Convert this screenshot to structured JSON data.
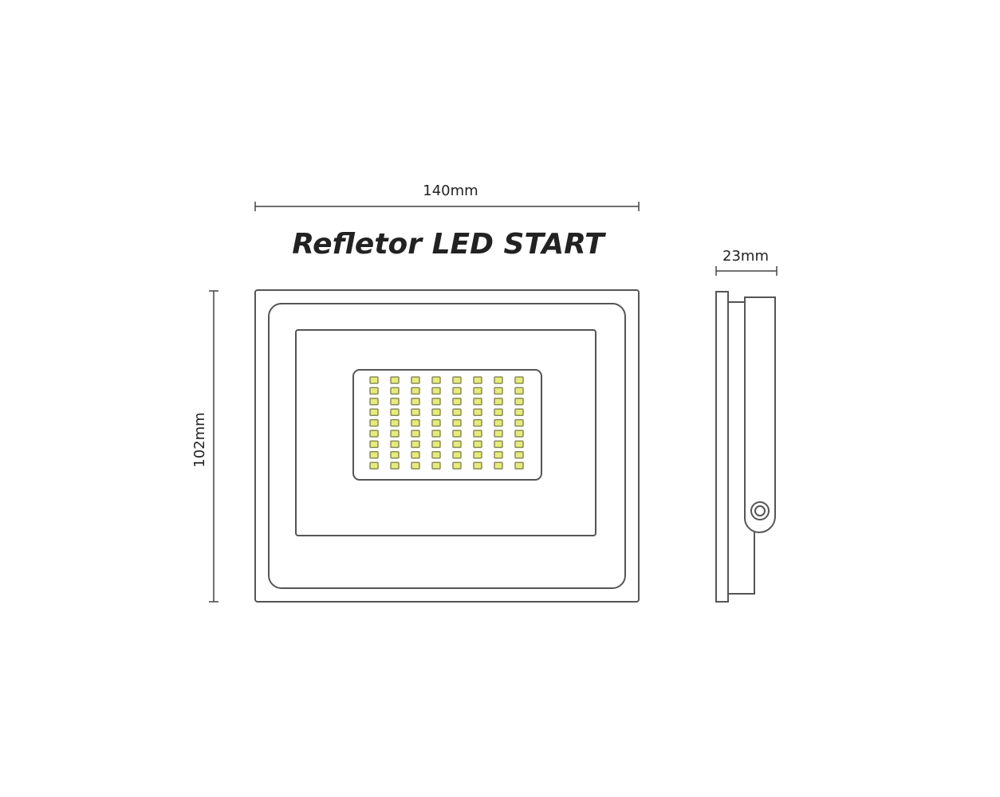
{
  "title": "Refletor LED START",
  "dimensions": {
    "width": "140mm",
    "height": "102mm",
    "depth": "23mm"
  },
  "led_grid": {
    "columns": 8,
    "rows": 9
  },
  "colors": {
    "stroke": "#555555",
    "led_fill": "#e6ec7a",
    "led_stroke": "#8a8a5a"
  }
}
